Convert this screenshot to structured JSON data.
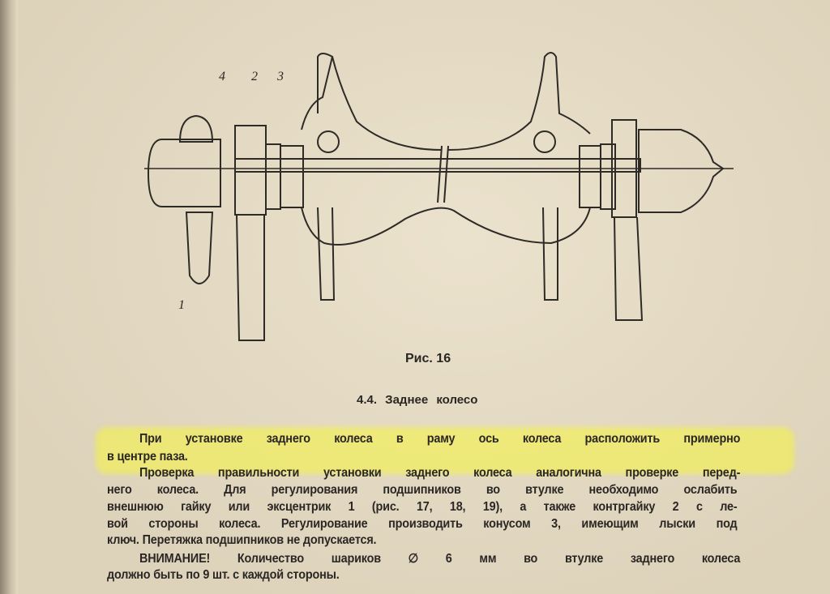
{
  "figure": {
    "caption": "Рис. 16",
    "labels": [
      "4",
      "2",
      "3",
      "1"
    ]
  },
  "section": {
    "heading": "4.4. Заднее колесо"
  },
  "body": {
    "lines": [
      "При установке заднего колеса в раму ось колеса расположить примерно",
      "в центре паза.",
      "Проверка правильности установки заднего колеса аналогична проверке перед-",
      "него колеса. Для регулирования подшипников во втулке необходимо ослабить",
      "внешнюю гайку или эксцентрик 1 (рис. 17, 18, 19), а также контргайку 2 с ле-",
      "вой стороны колеса. Регулирование производить конусом 3, имеющим лыски под",
      "ключ. Перетяжка подшипников не допускается.",
      "ВНИМАНИЕ! Количество шариков ∅ 6 мм во втулке заднего колеса",
      "должно быть по 9 шт. с каждой стороны."
    ]
  },
  "highlight_color": "#f5f53c"
}
